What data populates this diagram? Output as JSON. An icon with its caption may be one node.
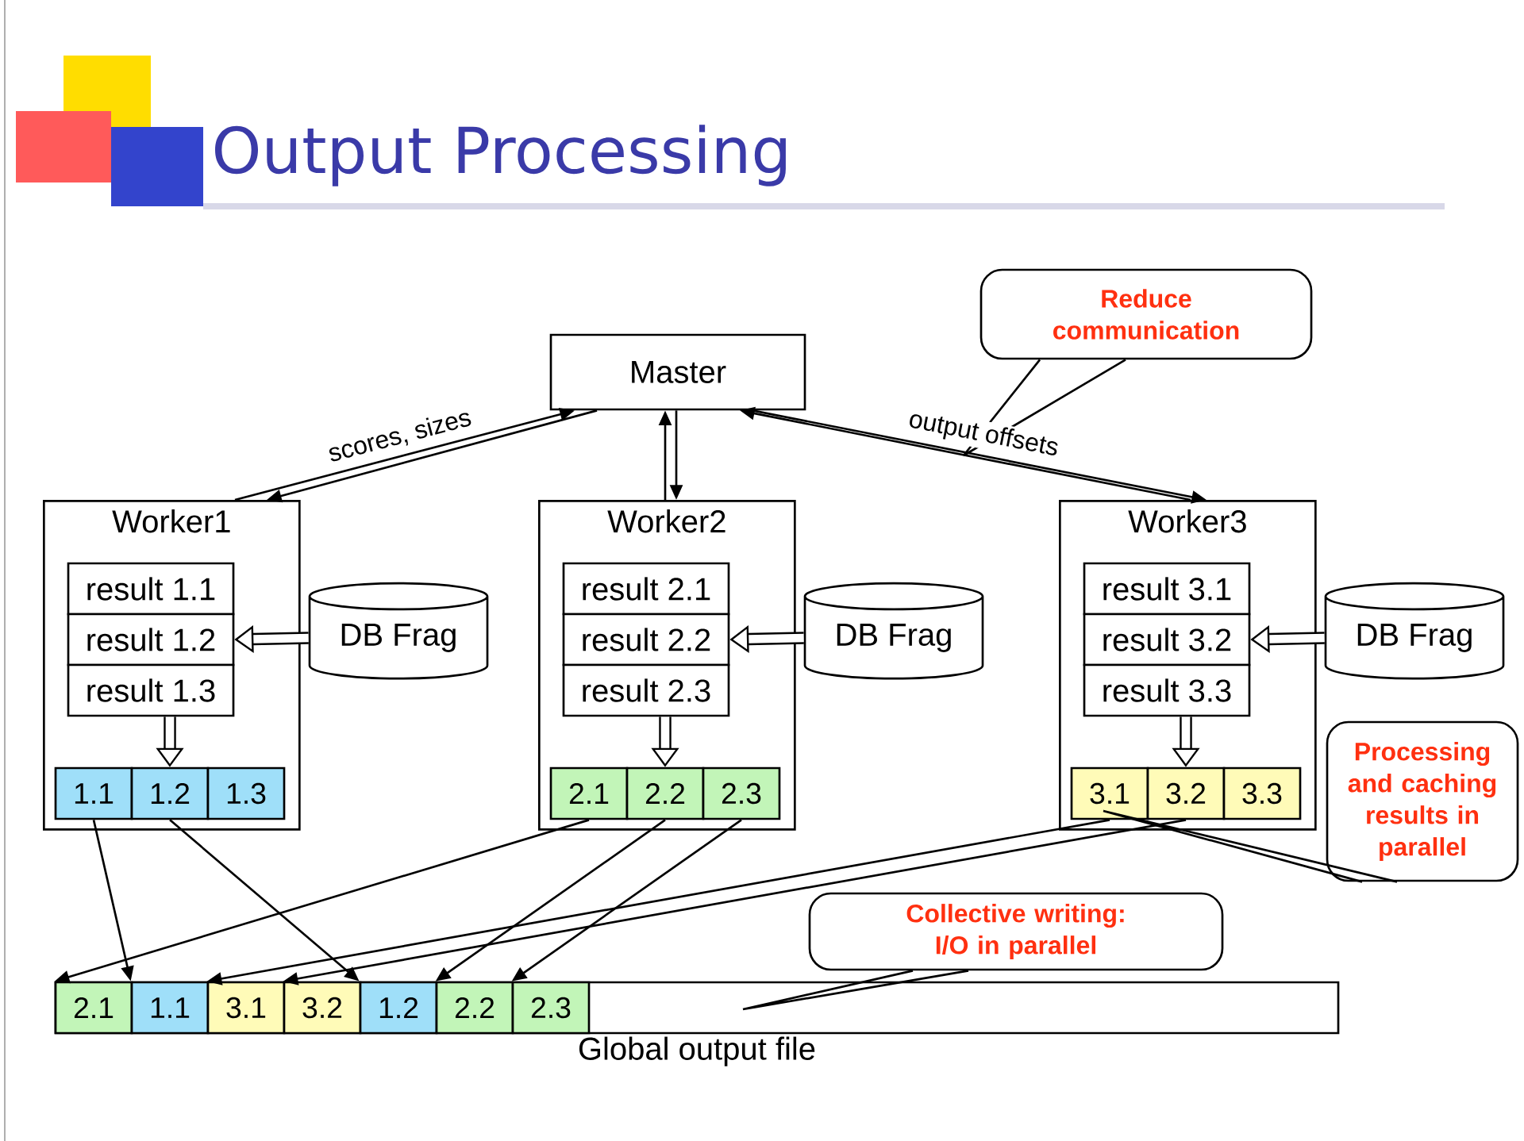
{
  "diagram": {
    "title": "Output Processing",
    "nodes": [
      {
        "text": [
          "Master"
        ]
      },
      {
        "text": [
          "Worker1"
        ]
      },
      {
        "text": [
          "result 1.1"
        ],
        "in": 1
      },
      {
        "text": [
          "result 1.2"
        ],
        "in": 1
      },
      {
        "text": [
          "result 1.3"
        ],
        "in": 1
      },
      {
        "text": [
          "1.1"
        ],
        "in": 1
      },
      {
        "text": [
          "1.2"
        ],
        "in": 1
      },
      {
        "text": [
          "1.3"
        ],
        "in": 1
      },
      {
        "text": [
          "DB Frag"
        ]
      },
      {
        "text": [
          "Worker2"
        ]
      },
      {
        "text": [
          "result 2.1"
        ],
        "in": 9
      },
      {
        "text": [
          "result 2.2"
        ],
        "in": 9
      },
      {
        "text": [
          "result 2.3"
        ],
        "in": 9
      },
      {
        "text": [
          "2.1"
        ],
        "in": 9
      },
      {
        "text": [
          "2.2"
        ],
        "in": 9
      },
      {
        "text": [
          "2.3"
        ],
        "in": 9
      },
      {
        "text": [
          "DB Frag"
        ]
      },
      {
        "text": [
          "Worker3"
        ]
      },
      {
        "text": [
          "result 3.1"
        ],
        "in": 17
      },
      {
        "text": [
          "result 3.2"
        ],
        "in": 17
      },
      {
        "text": [
          "result 3.3"
        ],
        "in": 17
      },
      {
        "text": [
          "3.1"
        ],
        "in": 17
      },
      {
        "text": [
          "3.2"
        ],
        "in": 17
      },
      {
        "text": [
          "3.3"
        ],
        "in": 17
      },
      {
        "text": [
          "DB Frag"
        ]
      },
      {
        "text": [],
        "shape": "bar",
        "beside": [
          "Global output file"
        ]
      },
      {
        "text": [
          "2.1"
        ],
        "in": 25
      },
      {
        "text": [
          "1.1"
        ],
        "in": 25
      },
      {
        "text": [
          "3.1"
        ],
        "in": 25
      },
      {
        "text": [
          "3.2"
        ],
        "in": 25
      },
      {
        "text": [
          "1.2"
        ],
        "in": 25
      },
      {
        "text": [
          "2.2"
        ],
        "in": 25
      },
      {
        "text": [
          "2.3"
        ],
        "in": 25
      },
      {
        "text": [
          "Reduce communication"
        ]
      },
      {
        "text": [
          "Processing and caching results in parallel"
        ]
      },
      {
        "text": [
          "Collective writing: I/O in parallel"
        ]
      }
    ],
    "edges": [
      {
        "from": 1,
        "to": 0,
        "arrow": "to",
        "label": "scores, sizes"
      },
      {
        "from": 0,
        "to": 1,
        "arrow": "to"
      },
      {
        "from": 9,
        "to": 0,
        "arrow": "to"
      },
      {
        "from": 0,
        "to": 9,
        "arrow": "to"
      },
      {
        "from": 17,
        "to": 0,
        "arrow": "to"
      },
      {
        "from": 0,
        "to": 17,
        "arrow": "to",
        "label": "output offsets"
      },
      {
        "from": 8,
        "to": 3,
        "arrow": "to",
        "style": "thick"
      },
      {
        "from": 16,
        "to": 11,
        "arrow": "to",
        "style": "thick"
      },
      {
        "from": 24,
        "to": 19,
        "arrow": "to",
        "style": "thick"
      },
      {
        "from": 4,
        "to": 6,
        "arrow": "to",
        "style": "thick"
      },
      {
        "from": 12,
        "to": 14,
        "arrow": "to",
        "style": "thick"
      },
      {
        "from": 20,
        "to": 22,
        "arrow": "to",
        "style": "thick"
      },
      {
        "from": 5,
        "to": 27,
        "arrow": "to"
      },
      {
        "from": 6,
        "to": 30,
        "arrow": "to"
      },
      {
        "from": 13,
        "to": 26,
        "arrow": "to"
      },
      {
        "from": 14,
        "to": 31,
        "arrow": "to"
      },
      {
        "from": 15,
        "to": 32,
        "arrow": "to"
      },
      {
        "from": 21,
        "to": 28,
        "arrow": "to"
      },
      {
        "from": 22,
        "to": 29,
        "arrow": "to"
      },
      {
        "from": 33,
        "to": null,
        "arrow": "none"
      },
      {
        "from": 34,
        "to": 21,
        "arrow": "none"
      },
      {
        "from": 35,
        "to": 25,
        "arrow": "none"
      }
    ]
  }
}
